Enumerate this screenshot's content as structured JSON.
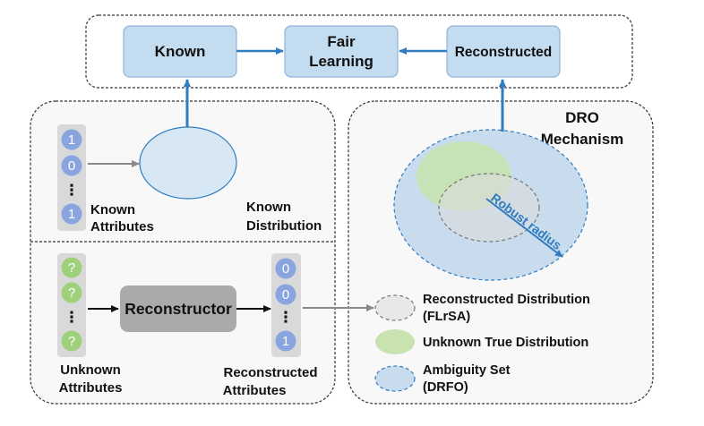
{
  "colors": {
    "box_fill": "#c4dcef",
    "box_stroke": "#8fb4d6",
    "arrow_blue": "#2f7cc1",
    "arrow_gray": "#8a8a8a",
    "column_bg": "#d9d9d9",
    "bit_known": "#8aa4df",
    "bit_unknown": "#9fd07c",
    "reconstructor_fill": "#aaaaaa",
    "known_dist_fill": "#d7e8f4",
    "unknown_true_fill": "#c8e2b0",
    "ambiguity_fill": "#c8dced",
    "reconstructed_fill": "#dcdcdc"
  },
  "top_flow": {
    "known": "Known",
    "fair_learning_line1": "Fair",
    "fair_learning_line2": "Learning",
    "reconstructed": "Reconstructed"
  },
  "known_panel": {
    "bits": [
      "1",
      "0",
      "1"
    ],
    "dots": "⋮",
    "attributes_line1": "Known",
    "attributes_line2": "Attributes",
    "distribution_line1": "Known",
    "distribution_line2": "Distribution"
  },
  "unknown_panel": {
    "bits": [
      "?",
      "?",
      "?"
    ],
    "dots": "⋮",
    "attributes_line1": "Unknown",
    "attributes_line2": "Attributes",
    "reconstructor": "Reconstructor",
    "reconstructed_bits": [
      "0",
      "0",
      "1"
    ],
    "reconstructed_dots": "⋮",
    "reconstructed_line1": "Reconstructed",
    "reconstructed_line2": "Attributes"
  },
  "dro_panel": {
    "title_line1": "DRO",
    "title_line2": "Mechanism",
    "robust_radius": "Robust radius"
  },
  "legend": [
    {
      "key": "reconstructed",
      "line1": "Reconstructed Distribution",
      "line2": "(FLrSA)"
    },
    {
      "key": "unknown_true",
      "line1": "Unknown True Distribution",
      "line2": ""
    },
    {
      "key": "ambiguity",
      "line1": "Ambiguity Set",
      "line2": "(DRFO)"
    }
  ]
}
